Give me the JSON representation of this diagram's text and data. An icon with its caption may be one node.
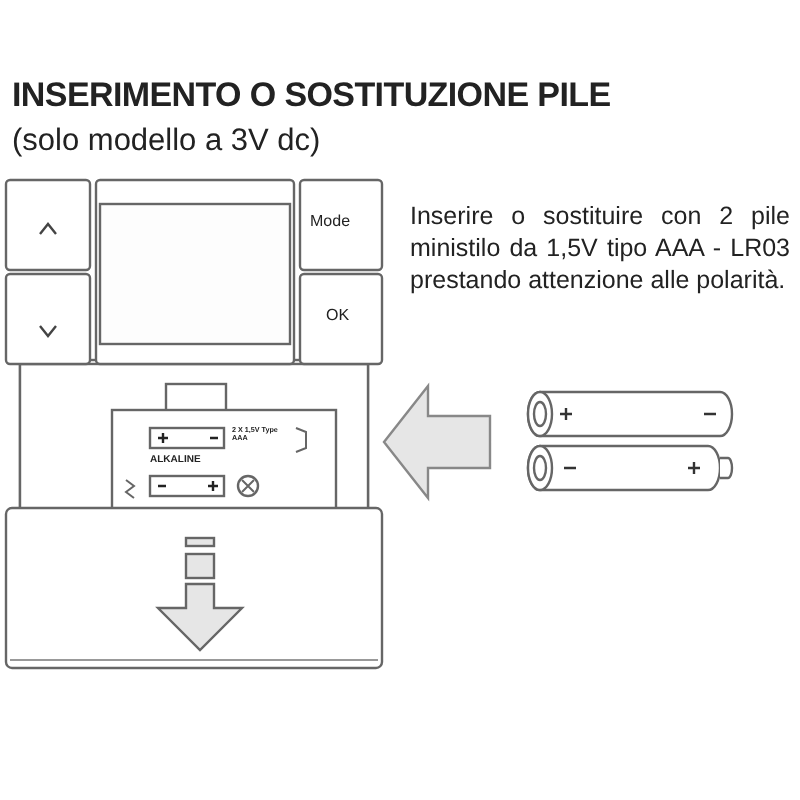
{
  "diagram": {
    "title": "INSERIMENTO O SOSTITUZIONE PILE",
    "nodes": [
      {
        "text": [],
        "shape": "picture"
      },
      {
        "text": [],
        "shape": "picture"
      }
    ],
    "edges": [
      {
        "from": 1,
        "to": 0,
        "arrow": "to"
      }
    ],
    "labels": [
      "(solo modello a 3V dc)",
      "Mode",
      "OK",
      "2 X 1,5V Type AAA",
      "ALKALINE",
      "Inserire o sostituire con 2 pile ministilo da 1,5V tipo AAA - LR03 prestando attenzione alle polarità."
    ]
  }
}
